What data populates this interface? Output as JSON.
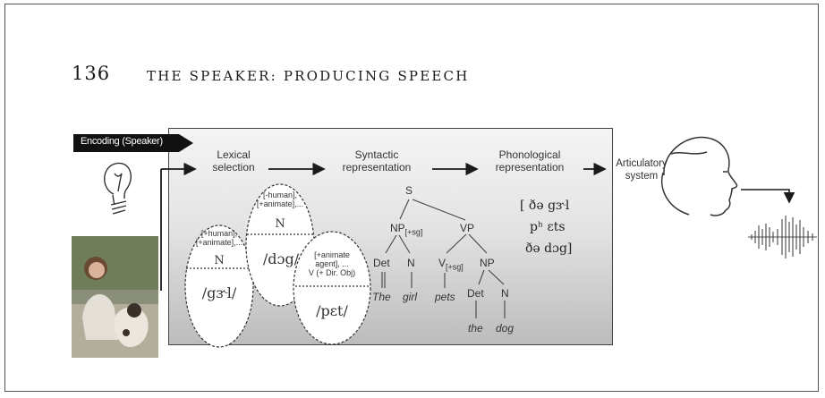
{
  "header": {
    "page_number": "136",
    "title": "THE SPEAKER: PRODUCING SPEECH"
  },
  "encoding_label": "Encoding (Speaker)",
  "stages": {
    "lexical": [
      "Lexical",
      "selection"
    ],
    "syntactic": [
      "Syntactic",
      "representation"
    ],
    "phonological": [
      "Phonological",
      "representation"
    ],
    "articulatory": [
      "Articulatory",
      "system"
    ]
  },
  "lemmas": {
    "girl": {
      "features": [
        "[+human],",
        "[+animate],..."
      ],
      "cat": "N",
      "phon": "/gɝl/"
    },
    "dog": {
      "features": [
        "[-human],",
        "[+animate],..."
      ],
      "cat": "N",
      "phon": "/dɔg/"
    },
    "pet": {
      "features": [
        "[+animate",
        "agent], ...",
        "V (+ Dir. Obj)"
      ],
      "phon": "/pɛt/"
    }
  },
  "tree": {
    "s": "S",
    "np": "NP",
    "np_sub": "[+sg]",
    "vp": "VP",
    "det": "Det",
    "n": "N",
    "v": "V",
    "v_sub": "[+sg]",
    "np2": "NP",
    "det2": "Det",
    "n2": "N",
    "w_the": "The",
    "w_girl": "girl",
    "w_pets": "pets",
    "w_the2": "the",
    "w_dog": "dog"
  },
  "phonological_output": {
    "line1": "[ ðə gɝl",
    "line2": "pʰ ɛts",
    "line3": "ðə dɔg]"
  },
  "colors": {
    "arrow": "#1a1a1a",
    "frame": "#555555",
    "box_top": "#f4f4f4",
    "box_bottom": "#bcbcbc"
  },
  "icons": [
    "lightbulb-icon",
    "head-profile-icon",
    "speech-waveform-icon"
  ]
}
